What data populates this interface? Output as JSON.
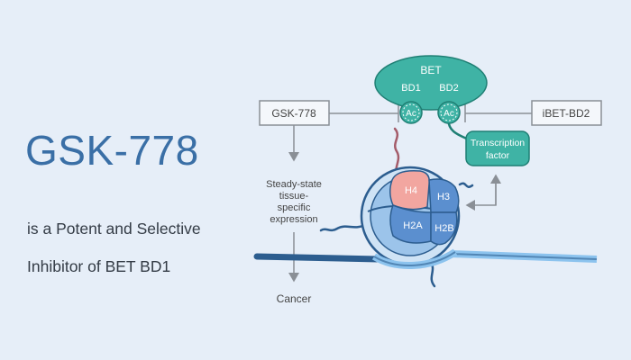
{
  "headline": {
    "title": "GSK-778",
    "line1": "is a Potent and Selective",
    "line2": "Inhibitor of BET BD1"
  },
  "diagram": {
    "bet_label": "BET",
    "bd1_label": "BD1",
    "bd2_label": "BD2",
    "ac_label": "Ac",
    "left_box": "GSK-778",
    "right_box": "iBET-BD2",
    "tf_line1": "Transcription",
    "tf_line2": "factor",
    "expr_line1": "Steady-state",
    "expr_line2": "tissue-",
    "expr_line3": "specific",
    "expr_line4": "expression",
    "cancer": "Cancer",
    "h4": "H4",
    "h3": "H3",
    "h2a": "H2A",
    "h2b": "H2B"
  },
  "colors": {
    "background": "#e6eef8",
    "title": "#3a6fa6",
    "teal": "#3fb3a5",
    "teal_dark": "#1f7f74",
    "histone_blue": "#5b8fcf",
    "histone_pink": "#f2a6a0",
    "dna": "#2c5d8f"
  }
}
